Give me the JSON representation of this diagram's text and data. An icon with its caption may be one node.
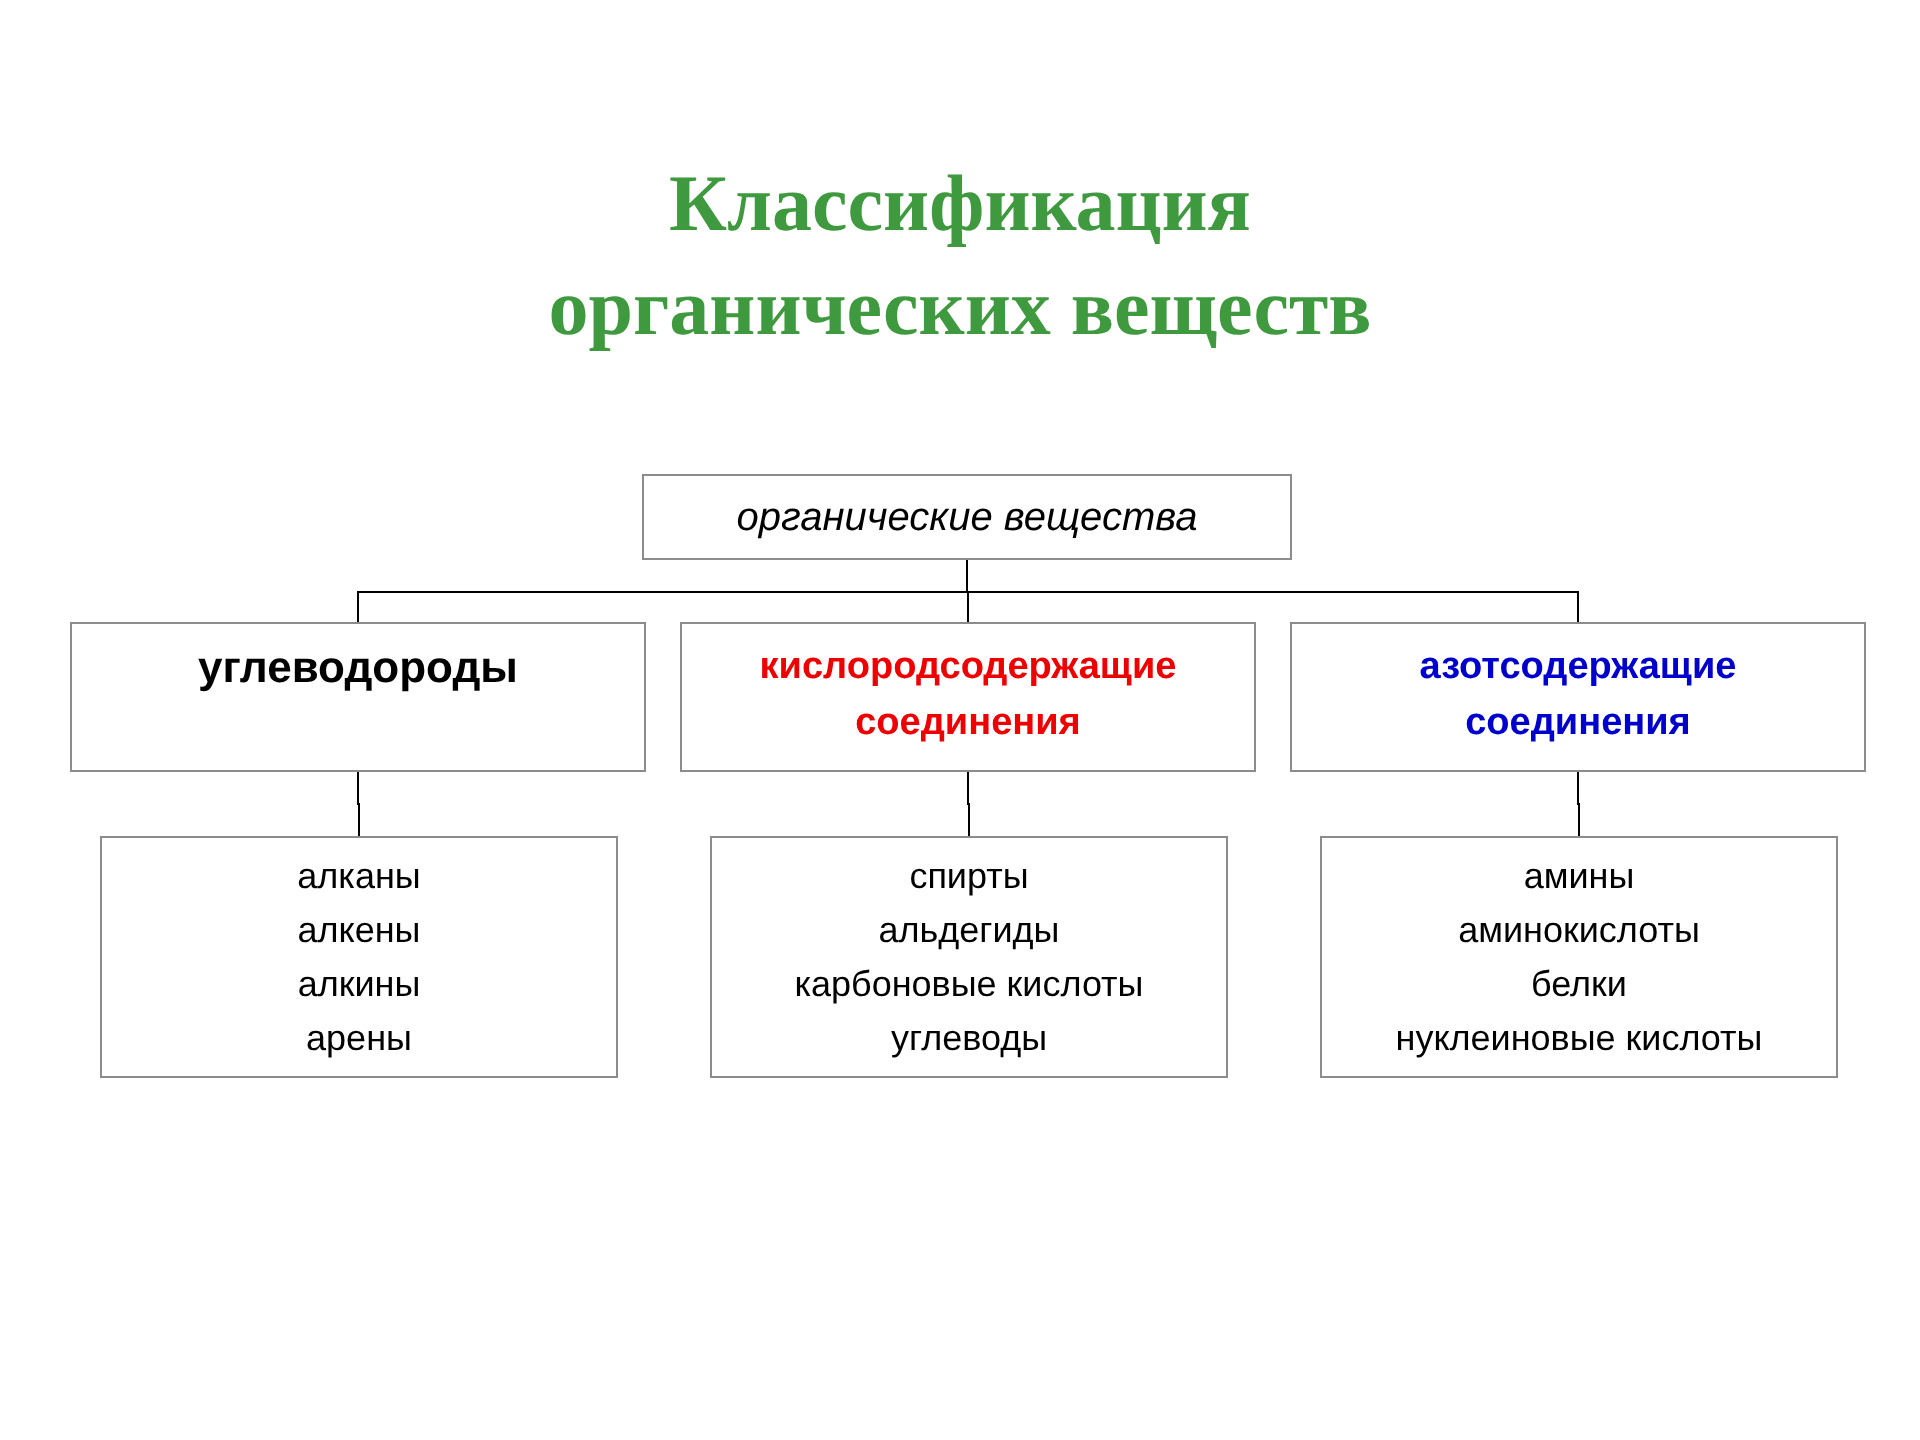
{
  "diagram": {
    "title": "Классификация органических веществ",
    "nodes": [
      {
        "text": [
          "органические вещества"
        ]
      },
      {
        "text": [
          "углеводороды"
        ]
      },
      {
        "text": [
          "кислородсодержащие соединения"
        ]
      },
      {
        "text": [
          "азотсодержащие соединения"
        ]
      },
      {
        "text": [
          "алканы",
          "алкены",
          "алкины",
          "арены"
        ]
      },
      {
        "text": [
          "спирты",
          "альдегиды",
          "карбоновые кислоты",
          "углеводы"
        ]
      },
      {
        "text": [
          "амины",
          "аминокислоты",
          "белки",
          "нуклеиновые кислоты"
        ]
      }
    ],
    "edges": [
      {
        "from": 0,
        "to": 1,
        "arrow": "none"
      },
      {
        "from": 0,
        "to": 2,
        "arrow": "none"
      },
      {
        "from": 0,
        "to": 3,
        "arrow": "none"
      },
      {
        "from": 1,
        "to": 4,
        "arrow": "none"
      },
      {
        "from": 2,
        "to": 5,
        "arrow": "none"
      },
      {
        "from": 3,
        "to": 6,
        "arrow": "none"
      }
    ]
  }
}
